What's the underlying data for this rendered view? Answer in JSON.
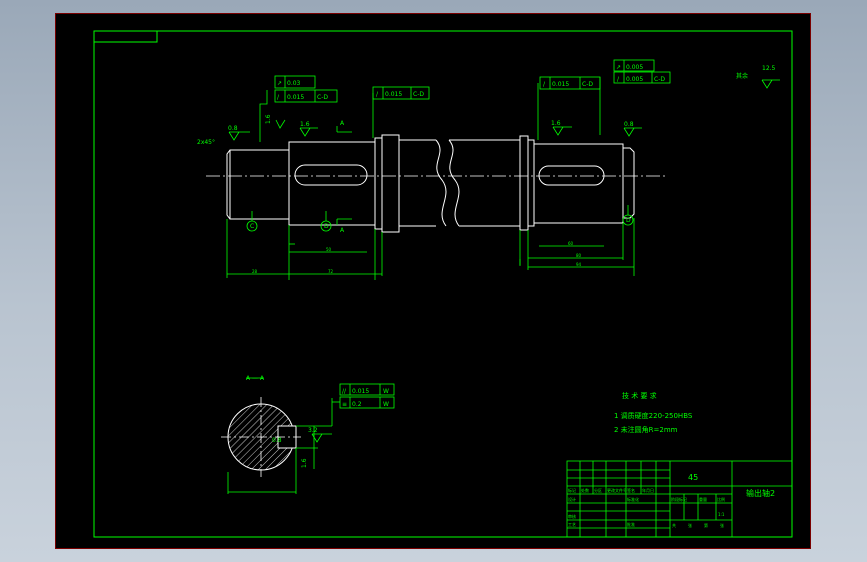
{
  "section_label": "A — A",
  "section_marks": [
    "A",
    "A"
  ],
  "datums": [
    "C",
    "D",
    "D"
  ],
  "surface_finish": {
    "general": "12.5",
    "general_note": "其余",
    "marks": [
      "0.8",
      "1.6",
      "1.6",
      "1.6",
      "0.8",
      "3.2",
      "1.6",
      "0.8"
    ]
  },
  "chamfer": "2x45°",
  "tolerance_frames": {
    "left_runout": "0.03",
    "left_cyl": "0.015",
    "left_cyl_datum": "C-D",
    "mid_runout": "0.015",
    "mid_runout_datum": "C-D",
    "right_runout_top": "0.005",
    "right_cyl": "0.005",
    "right_cyl_datum": "C-D",
    "right_a": "0.015",
    "right_a_datum": "C-D",
    "section_parallel": "0.015",
    "section_parallel_datum": "W",
    "section_sym": "0.2",
    "section_sym_datum": "W"
  },
  "tech_requirements": {
    "title": "技 术 要 求",
    "items": [
      "1 调质硬度220-250HBS",
      "2 未注圆角R=2mm"
    ]
  },
  "title_block": {
    "material": "45",
    "part_name": "输出轴2",
    "scale": "1:1",
    "labels": [
      "标记",
      "处数",
      "分区",
      "更改文件号",
      "签名",
      "年月日",
      "设计",
      "标准化",
      "审核",
      "工艺",
      "批准",
      "阶段标记",
      "重量",
      "比例",
      "共",
      "张",
      "第",
      "张"
    ]
  }
}
